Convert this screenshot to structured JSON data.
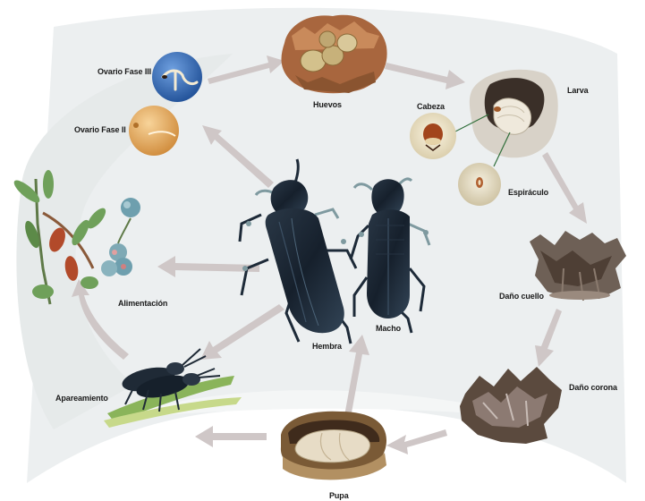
{
  "labels": {
    "huevos": "Huevos",
    "larva": "Larva",
    "cabeza": "Cabeza",
    "espiraculo": "Espiráculo",
    "dano_cuello": "Daño cuello",
    "dano_corona": "Daño corona",
    "pupa": "Pupa",
    "apareamiento": "Apareamiento",
    "alimentacion": "Alimentación",
    "ovario_fase_iii": "Ovario Fase III",
    "ovario_fase_ii": "Ovario Fase II",
    "hembra": "Hembra",
    "macho": "Macho"
  },
  "colors": {
    "arrow": "#cfc7c7",
    "backdrop": "#e9ecec",
    "beetle": "#1d2a38",
    "beetle_legs": "#7f9aa0",
    "ovary_blue": "#3a6fb8",
    "ovary_orange": "#e0a050",
    "egg": "#b8a26a",
    "larva_body": "#efe9dc",
    "soil": "#6b5747",
    "root": "#5b4a3e",
    "leaf": "#6fa05a",
    "berry": "#6e9fae"
  },
  "icons": [
    "eggs-photo",
    "larva-photo",
    "larva-head-photo",
    "spiracle-photo",
    "neck-damage-photo",
    "crown-damage-photo",
    "pupa-photo",
    "mating-beetles-photo",
    "feeding-plant-photo",
    "ovary-phase-iii-photo",
    "ovary-phase-ii-photo",
    "female-beetle-photo",
    "male-beetle-photo"
  ]
}
